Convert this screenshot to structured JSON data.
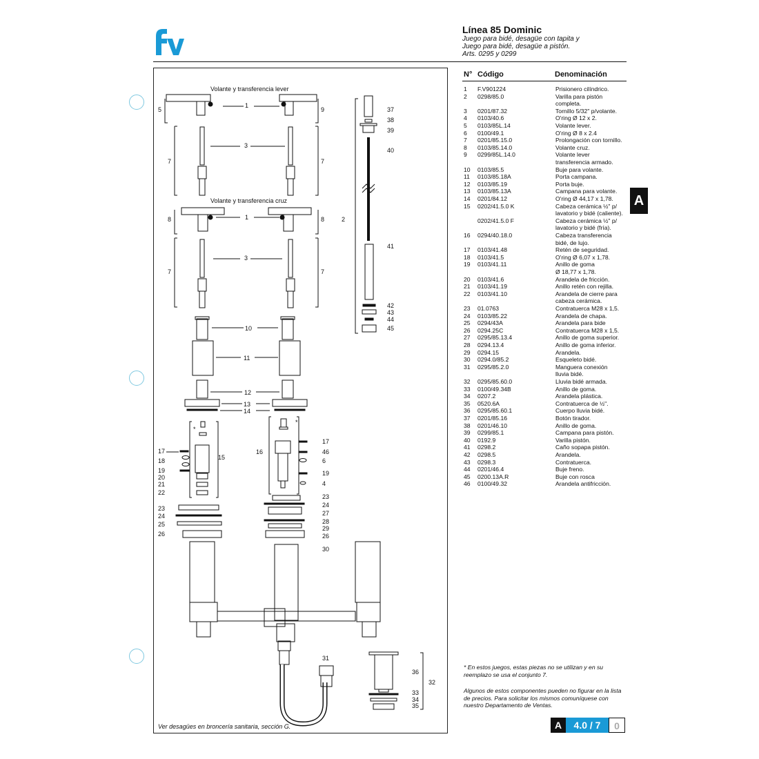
{
  "header": {
    "title": "Línea 85 Dominic",
    "subtitle_lines": [
      "Juego para bidé, desagüe con tapita y",
      "Juego para bidé, desagüe a pistón.",
      "Arts. 0295 y 0299"
    ]
  },
  "logo": {
    "text": "fv",
    "color": "#1a9ad6"
  },
  "diagram": {
    "caption_lever": "Volante y transferencia lever",
    "caption_cross": "Volante y transferencia cruz",
    "footer_note": "Ver desagües en broncería sanitaria, sección G.",
    "star": "*"
  },
  "table": {
    "col_n": "N°",
    "col_code": "Código",
    "col_name": "Denominación",
    "rows": [
      {
        "n": "1",
        "code": "F.V901224",
        "name": "Prisionero cilíndrico."
      },
      {
        "n": "2",
        "code": "0298/85.0",
        "name": "Varilla para pistón"
      },
      {
        "n": "",
        "code": "",
        "name": "completa."
      },
      {
        "n": "3",
        "code": "0201/87.32",
        "name": "Tornillo 5/32\" p/volante."
      },
      {
        "n": "4",
        "code": "0103/40.6",
        "name": "O'ring Ø 12 x 2."
      },
      {
        "n": "5",
        "code": "0103/85L.14",
        "name": "Volante lever."
      },
      {
        "n": "6",
        "code": "0100/49.1",
        "name": "O'ring Ø 8 x 2.4"
      },
      {
        "n": "7",
        "code": "0201/85.15.0",
        "name": "Prolongación con tornillo."
      },
      {
        "n": "8",
        "code": "0103/85.14.0",
        "name": "Volante cruz."
      },
      {
        "n": "9",
        "code": "0299/85L.14.0",
        "name": "Volante lever"
      },
      {
        "n": "",
        "code": "",
        "name": "transferencia armado."
      },
      {
        "n": "10",
        "code": "0103/85.5",
        "name": "Buje para volante."
      },
      {
        "n": "11",
        "code": "0103/85.18A",
        "name": "Porta campana."
      },
      {
        "n": "12",
        "code": "0103/85.19",
        "name": "Porta buje."
      },
      {
        "n": "13",
        "code": "0103/85.13A",
        "name": "Campana para volante."
      },
      {
        "n": "14",
        "code": "0201/84.12",
        "name": "O'ring Ø 44,17 x 1,78."
      },
      {
        "n": "15",
        "code": "0202/41.5.0 K",
        "name": "Cabeza cerámica ½\" p/"
      },
      {
        "n": "",
        "code": "",
        "name": "lavatorio y bidé (caliente)."
      },
      {
        "n": "",
        "code": "0202/41.5.0 F",
        "name": "Cabeza cerámica ½\" p/"
      },
      {
        "n": "",
        "code": "",
        "name": "lavatorio y bidé (fría)."
      },
      {
        "n": "16",
        "code": "0294/40.18.0",
        "name": "Cabeza transferencia"
      },
      {
        "n": "",
        "code": "",
        "name": "bidé, de lujo."
      },
      {
        "n": "17",
        "code": "0103/41.48",
        "name": "Retén de seguridad."
      },
      {
        "n": "18",
        "code": "0103/41.5",
        "name": "O'ring Ø 6,07 x 1,78."
      },
      {
        "n": "19",
        "code": "0103/41.11",
        "name": "Anillo de goma"
      },
      {
        "n": "",
        "code": "",
        "name": "Ø 18,77 x 1,78."
      },
      {
        "n": "20",
        "code": "0103/41.6",
        "name": "Arandela de fricción."
      },
      {
        "n": "21",
        "code": "0103/41.19",
        "name": "Anillo retén con rejilla."
      },
      {
        "n": "22",
        "code": "0103/41.10",
        "name": "Arandela de cierre para"
      },
      {
        "n": "",
        "code": "",
        "name": "cabeza cerámica."
      },
      {
        "n": "23",
        "code": "01.0763",
        "name": "Contratuerca M28 x 1,5."
      },
      {
        "n": "24",
        "code": "0103/85.22",
        "name": "Arandela de chapa."
      },
      {
        "n": "25",
        "code": "0294/43A",
        "name": "Arandela para bide"
      },
      {
        "n": "26",
        "code": "0294.25C",
        "name": "Contratuerca M28 x 1,5."
      },
      {
        "n": "27",
        "code": "0295/85.13.4",
        "name": "Anillo de goma superior."
      },
      {
        "n": "28",
        "code": "0294.13.4",
        "name": "Anillo de goma inferior."
      },
      {
        "n": "29",
        "code": "0294.15",
        "name": "Arandela."
      },
      {
        "n": "30",
        "code": "0294.0/85.2",
        "name": "Esqueleto bidé."
      },
      {
        "n": "31",
        "code": "0295/85.2.0",
        "name": "Manguera conexión"
      },
      {
        "n": "",
        "code": "",
        "name": "lluvia bidé."
      },
      {
        "n": "32",
        "code": "0295/85.60.0",
        "name": "Lluvia bidé armada."
      },
      {
        "n": "33",
        "code": "0100/49.34B",
        "name": "Anillo de goma."
      },
      {
        "n": "34",
        "code": "0207.2",
        "name": "Arandela plástica."
      },
      {
        "n": "35",
        "code": "0520.6A",
        "name": "Contratuerca de ½\"."
      },
      {
        "n": "36",
        "code": "0295/85.60.1",
        "name": "Cuerpo lluvia bidé."
      },
      {
        "n": "37",
        "code": "0201/85.16",
        "name": "Botón tirador."
      },
      {
        "n": "38",
        "code": "0201/46.10",
        "name": "Anillo de goma."
      },
      {
        "n": "39",
        "code": "0299/85.1",
        "name": "Campana para pistón."
      },
      {
        "n": "40",
        "code": "0192.9",
        "name": "Varilla pistón."
      },
      {
        "n": "41",
        "code": "0298.2",
        "name": "Caño sopapa pistón."
      },
      {
        "n": "42",
        "code": "0298.5",
        "name": "Arandela."
      },
      {
        "n": "43",
        "code": "0298.3",
        "name": "Contratuerca."
      },
      {
        "n": "44",
        "code": "0201/46.4",
        "name": "Buje freno."
      },
      {
        "n": "45",
        "code": "0200.13A.R",
        "name": "Buje con rosca"
      },
      {
        "n": "46",
        "code": "0100/49.32",
        "name": "Arandela antifricción."
      }
    ]
  },
  "section_tab": "A",
  "notes": {
    "note1": "* En estos juegos, estas piezas no se utilizan y en su reemplazo se usa el conjunto 7.",
    "note2": "Algunos de estos componentes pueden no figurar en la lista de precios. Para solicitar los mismos comuníquese con nuestro Departamento de Ventas."
  },
  "page": {
    "section": "A",
    "number": "4.0 / 7",
    "revision": "0"
  },
  "colors": {
    "accent": "#1a9ad6",
    "punch": "#7fc8e0"
  }
}
